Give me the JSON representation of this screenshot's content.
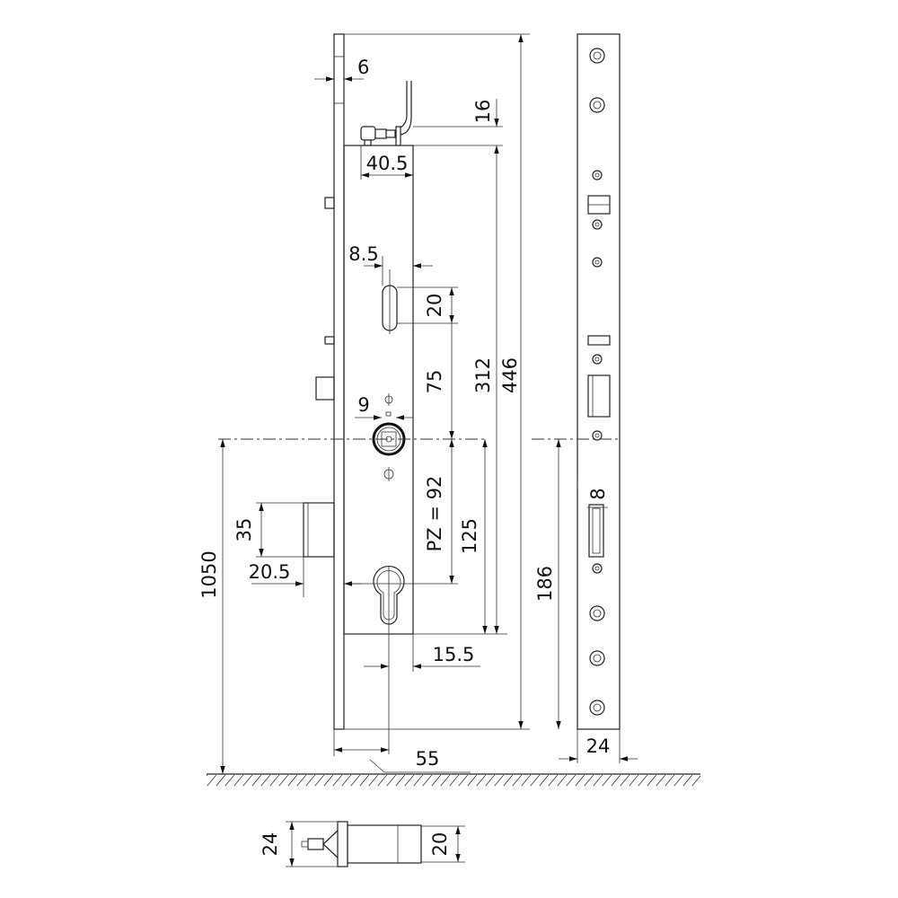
{
  "drawing": {
    "title": "Multipoint lock technical drawing",
    "dimensions": {
      "faceplate_thickness": "6",
      "connector_height": "16",
      "connector_width": "40.5",
      "slot_offset": "8.5",
      "slot_height": "20",
      "slot_to_follower": "75",
      "case_height": "312",
      "faceplate_length": "446",
      "follower_square": "9",
      "latch_height": "35",
      "latch_projection": "20.5",
      "handle_height": "1050",
      "pz": "PZ = 92",
      "follower_to_case_bottom": "125",
      "cylinder_offset": "15.5",
      "backset": "55",
      "faceplate_width": "24",
      "bolt_slot_width": "8",
      "follower_to_faceplate_bottom": "186",
      "bottom_view_height": "24",
      "bottom_view_bolt": "20"
    }
  }
}
